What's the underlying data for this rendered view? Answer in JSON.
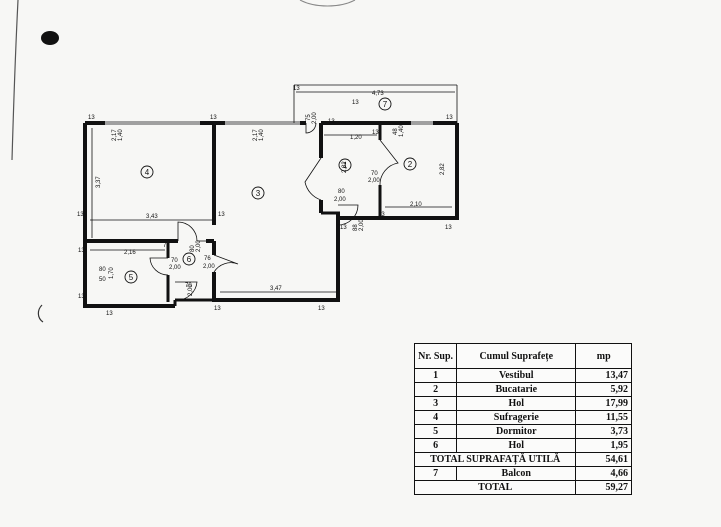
{
  "plan": {
    "dimensions": {
      "top_balcony_width": "4,73",
      "balcony_door_w": "75",
      "balcony_door_h": "2,00",
      "room4_window_w": "2,17",
      "room4_window_h": "1,40",
      "room3_window_w": "2,17",
      "room3_window_h": "1,40",
      "room2_window_w": "48",
      "room2_window_h": "1,40",
      "room4_height": "3,37",
      "room4_width": "3,43",
      "room1_width": "1,20",
      "room1_height": "2,82",
      "room1_door_w": "70",
      "room1_door_h": "2,00",
      "room1_door2_w": "80",
      "room1_door2_h": "2,00",
      "room2_height": "2,82",
      "room2_width": "2,10",
      "entry_door_w": "88",
      "entry_door_h": "2,00",
      "room3_width": "3,47",
      "room5_width": "2,16",
      "room5_height": "1,70",
      "room5_door_w": "70",
      "room5_door_h": "2,00",
      "room6_door_w": "76",
      "room6_door_h": "2,00",
      "room6_door2_w": "70",
      "room6_door2_h": "2,00",
      "room4_door_w": "80",
      "room4_door_h": "2,00",
      "room5_window_w": "80",
      "room5_window_h": "50",
      "wall": "13",
      "small_wall": "7"
    },
    "room_numbers": [
      "1",
      "2",
      "3",
      "4",
      "5",
      "6",
      "7"
    ]
  },
  "table": {
    "col_nr": "Nr. Sup.",
    "col_name": "Cumul Suprafețe",
    "col_mp": "mp",
    "rows": [
      {
        "nr": "1",
        "name": "Vestibul",
        "mp": "13,47"
      },
      {
        "nr": "2",
        "name": "Bucatarie",
        "mp": "5,92"
      },
      {
        "nr": "3",
        "name": "Hol",
        "mp": "17,99"
      },
      {
        "nr": "4",
        "name": "Sufragerie",
        "mp": "11,55"
      },
      {
        "nr": "5",
        "name": "Dormitor",
        "mp": "3,73"
      },
      {
        "nr": "6",
        "name": "Hol",
        "mp": "1,95"
      }
    ],
    "total_util_label": "TOTAL SUPRAFAȚĂ UTILĂ",
    "total_util_value": "54,61",
    "balcon_nr": "7",
    "balcon_name": "Balcon",
    "balcon_mp": "4,66",
    "total_label": "TOTAL",
    "total_value": "59,27"
  }
}
